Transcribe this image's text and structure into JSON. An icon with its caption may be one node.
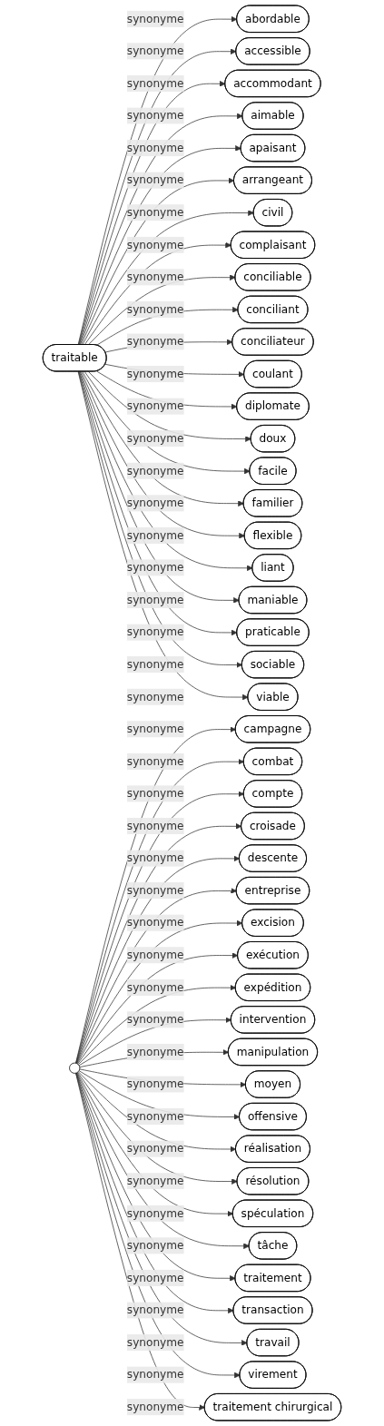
{
  "diagram": {
    "nodes": [
      {
        "text": [
          "traitable"
        ]
      },
      {
        "text": [
          "abordable"
        ]
      },
      {
        "text": [
          "accessible"
        ]
      },
      {
        "text": [
          "accommodant"
        ]
      },
      {
        "text": [
          "aimable"
        ]
      },
      {
        "text": [
          "apaisant"
        ]
      },
      {
        "text": [
          "arrangeant"
        ]
      },
      {
        "text": [
          "civil"
        ]
      },
      {
        "text": [
          "complaisant"
        ]
      },
      {
        "text": [
          "conciliable"
        ]
      },
      {
        "text": [
          "conciliant"
        ]
      },
      {
        "text": [
          "conciliateur"
        ]
      },
      {
        "text": [
          "coulant"
        ]
      },
      {
        "text": [
          "diplomate"
        ]
      },
      {
        "text": [
          "doux"
        ]
      },
      {
        "text": [
          "facile"
        ]
      },
      {
        "text": [
          "familier"
        ]
      },
      {
        "text": [
          "flexible"
        ]
      },
      {
        "text": [
          "liant"
        ]
      },
      {
        "text": [
          "maniable"
        ]
      },
      {
        "text": [
          "praticable"
        ]
      },
      {
        "text": [
          "sociable"
        ]
      },
      {
        "text": [
          "viable"
        ]
      },
      {
        "text": [
          "campagne"
        ]
      },
      {
        "text": [
          "combat"
        ]
      },
      {
        "text": [
          "compte"
        ]
      },
      {
        "text": [
          "croisade"
        ]
      },
      {
        "text": [
          "descente"
        ]
      },
      {
        "text": [
          "entreprise"
        ]
      },
      {
        "text": [
          "excision"
        ]
      },
      {
        "text": [
          "exécution"
        ]
      },
      {
        "text": [
          "expédition"
        ]
      },
      {
        "text": [
          "intervention"
        ]
      },
      {
        "text": [
          "manipulation"
        ]
      },
      {
        "text": [
          "moyen"
        ]
      },
      {
        "text": [
          "offensive"
        ]
      },
      {
        "text": [
          "réalisation"
        ]
      },
      {
        "text": [
          "résolution"
        ]
      },
      {
        "text": [
          "spéculation"
        ]
      },
      {
        "text": [
          "tâche"
        ]
      },
      {
        "text": [
          "traitement"
        ]
      },
      {
        "text": [
          "transaction"
        ]
      },
      {
        "text": [
          "travail"
        ]
      },
      {
        "text": [
          "virement"
        ]
      },
      {
        "text": [
          "traitement chirurgical"
        ]
      },
      {
        "text": [],
        "shape": "circle"
      }
    ],
    "edges": [
      {
        "from": 0,
        "to": 1,
        "arrow": "to",
        "label": "synonyme"
      },
      {
        "from": 0,
        "to": 2,
        "arrow": "to",
        "label": "synonyme"
      },
      {
        "from": 0,
        "to": 3,
        "arrow": "to",
        "label": "synonyme"
      },
      {
        "from": 0,
        "to": 4,
        "arrow": "to",
        "label": "synonyme"
      },
      {
        "from": 0,
        "to": 5,
        "arrow": "to",
        "label": "synonyme"
      },
      {
        "from": 0,
        "to": 6,
        "arrow": "to",
        "label": "synonyme"
      },
      {
        "from": 0,
        "to": 7,
        "arrow": "to",
        "label": "synonyme"
      },
      {
        "from": 0,
        "to": 8,
        "arrow": "to",
        "label": "synonyme"
      },
      {
        "from": 0,
        "to": 9,
        "arrow": "to",
        "label": "synonyme"
      },
      {
        "from": 0,
        "to": 10,
        "arrow": "to",
        "label": "synonyme"
      },
      {
        "from": 0,
        "to": 11,
        "arrow": "to",
        "label": "synonyme"
      },
      {
        "from": 0,
        "to": 12,
        "arrow": "to",
        "label": "synonyme"
      },
      {
        "from": 0,
        "to": 13,
        "arrow": "to",
        "label": "synonyme"
      },
      {
        "from": 0,
        "to": 14,
        "arrow": "to",
        "label": "synonyme"
      },
      {
        "from": 0,
        "to": 15,
        "arrow": "to",
        "label": "synonyme"
      },
      {
        "from": 0,
        "to": 16,
        "arrow": "to",
        "label": "synonyme"
      },
      {
        "from": 0,
        "to": 17,
        "arrow": "to",
        "label": "synonyme"
      },
      {
        "from": 0,
        "to": 18,
        "arrow": "to",
        "label": "synonyme"
      },
      {
        "from": 0,
        "to": 19,
        "arrow": "to",
        "label": "synonyme"
      },
      {
        "from": 0,
        "to": 20,
        "arrow": "to",
        "label": "synonyme"
      },
      {
        "from": 0,
        "to": 21,
        "arrow": "to",
        "label": "synonyme"
      },
      {
        "from": 0,
        "to": 22,
        "arrow": "to",
        "label": "synonyme"
      },
      {
        "from": 45,
        "to": 23,
        "arrow": "to",
        "label": "synonyme"
      },
      {
        "from": 45,
        "to": 24,
        "arrow": "to",
        "label": "synonyme"
      },
      {
        "from": 45,
        "to": 25,
        "arrow": "to",
        "label": "synonyme"
      },
      {
        "from": 45,
        "to": 26,
        "arrow": "to",
        "label": "synonyme"
      },
      {
        "from": 45,
        "to": 27,
        "arrow": "to",
        "label": "synonyme"
      },
      {
        "from": 45,
        "to": 28,
        "arrow": "to",
        "label": "synonyme"
      },
      {
        "from": 45,
        "to": 29,
        "arrow": "to",
        "label": "synonyme"
      },
      {
        "from": 45,
        "to": 30,
        "arrow": "to",
        "label": "synonyme"
      },
      {
        "from": 45,
        "to": 31,
        "arrow": "to",
        "label": "synonyme"
      },
      {
        "from": 45,
        "to": 32,
        "arrow": "to",
        "label": "synonyme"
      },
      {
        "from": 45,
        "to": 33,
        "arrow": "to",
        "label": "synonyme"
      },
      {
        "from": 45,
        "to": 34,
        "arrow": "to",
        "label": "synonyme"
      },
      {
        "from": 45,
        "to": 35,
        "arrow": "to",
        "label": "synonyme"
      },
      {
        "from": 45,
        "to": 36,
        "arrow": "to",
        "label": "synonyme"
      },
      {
        "from": 45,
        "to": 37,
        "arrow": "to",
        "label": "synonyme"
      },
      {
        "from": 45,
        "to": 38,
        "arrow": "to",
        "label": "synonyme"
      },
      {
        "from": 45,
        "to": 39,
        "arrow": "to",
        "label": "synonyme"
      },
      {
        "from": 45,
        "to": 40,
        "arrow": "to",
        "label": "synonyme"
      },
      {
        "from": 45,
        "to": 41,
        "arrow": "to",
        "label": "synonyme"
      },
      {
        "from": 45,
        "to": 42,
        "arrow": "to",
        "label": "synonyme"
      },
      {
        "from": 45,
        "to": 43,
        "arrow": "to",
        "label": "synonyme"
      },
      {
        "from": 45,
        "to": 44,
        "arrow": "to",
        "label": "synonyme"
      }
    ]
  }
}
